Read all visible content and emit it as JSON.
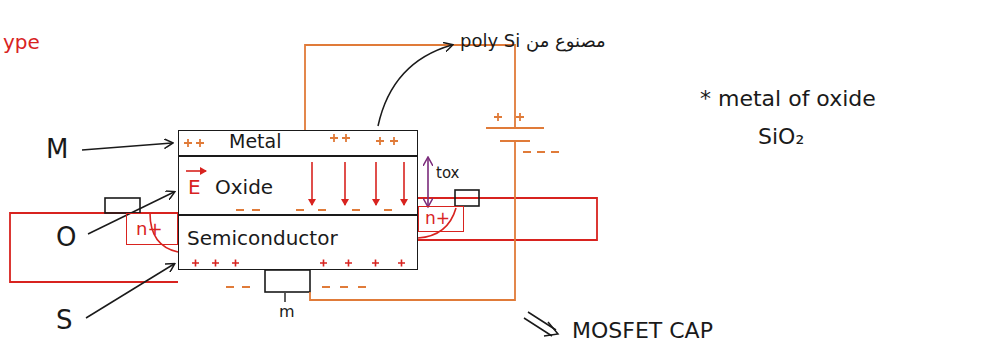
{
  "diagram": {
    "nodes": [
      {
        "text": [
          "Metal"
        ]
      },
      {
        "text": [
          "E",
          "Oxide"
        ]
      },
      {
        "text": [
          "Semiconductor"
        ]
      },
      {
        "text": [
          "n+"
        ]
      },
      {
        "text": [
          "n+"
        ]
      }
    ],
    "labels": [
      "ype",
      "M",
      "O",
      "S",
      "مصنوع من poly Si",
      "* metal of oxide",
      "SiO₂",
      "tox",
      "m",
      "MOSFET CAP"
    ]
  }
}
